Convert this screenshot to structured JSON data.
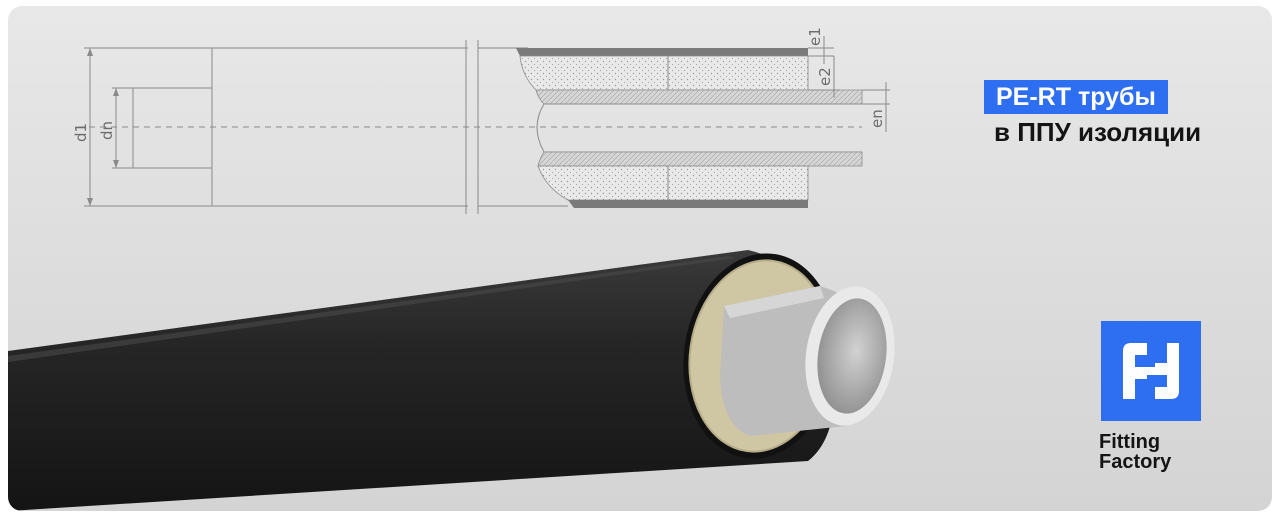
{
  "title": {
    "line1": "PE-RT трубы",
    "line2": "в ППУ изоляции"
  },
  "drawing_labels": {
    "d1": "d1",
    "dn": "dn",
    "e1": "e1",
    "e2": "e2",
    "en": "en"
  },
  "logo": {
    "line1": "Fitting",
    "line2": "Factory"
  },
  "colors": {
    "accent": "#2e6ff2",
    "background": "#e1e1e1",
    "pipe_jacket": "#1c1c1c",
    "pipe_foam": "#cfc6a3",
    "pipe_inner": "#bdbdbd"
  }
}
